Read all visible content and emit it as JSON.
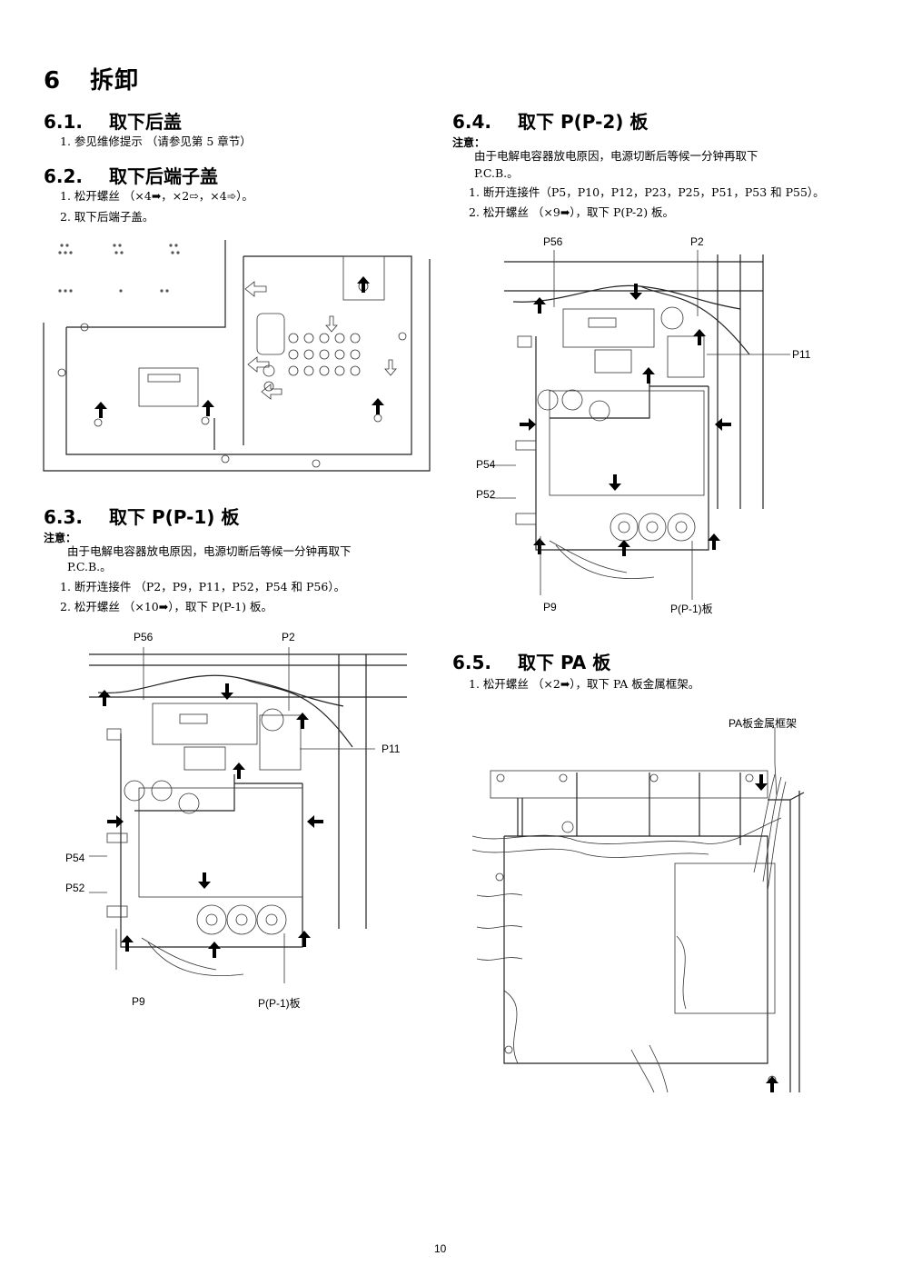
{
  "heading": {
    "num": "6",
    "title": "拆卸"
  },
  "s61": {
    "num": "6.1.",
    "title": "取下后盖",
    "steps": [
      "1. 参见维修提示 （请参见第 5 章节）"
    ]
  },
  "s62": {
    "num": "6.2.",
    "title": "取下后端子盖",
    "steps": [
      "1. 松开螺丝 （×4",
      "，×2",
      "，×4",
      "）。",
      "2. 取下后端子盖。"
    ]
  },
  "s63": {
    "num": "6.3.",
    "title": "取下 P(P-1) 板",
    "note": "注意：",
    "note_text": "由于电解电容器放电原因，电源切断后等候一分钟再取下",
    "note_text2": "P.C.B.。",
    "steps": [
      "1. 断开连接件 （P2，P9，P11，P52，P54 和 P56）。",
      "2. 松开螺丝 （×10",
      "），取下 P(P-1) 板。"
    ]
  },
  "s64": {
    "num": "6.4.",
    "title": "取下 P(P-2) 板",
    "note": "注意：",
    "note_text": "由于电解电容器放电原因，电源切断后等候一分钟再取下",
    "note_text2": "P.C.B.。",
    "steps": [
      "1. 断开连接件（P5，P10，P12，P23，P25，P51，P53 和 P55）。",
      "2. 松开螺丝 （×9",
      "），取下 P(P-2) 板。"
    ]
  },
  "s65": {
    "num": "6.5.",
    "title": "取下 PA 板",
    "steps": [
      "1. 松开螺丝 （×2",
      "），取下 PA 板金属框架。"
    ]
  },
  "fig_p1": {
    "p56": "P56",
    "p2": "P2",
    "p11": "P11",
    "p54": "P54",
    "p52": "P52",
    "p9": "P9",
    "board": "P(P-1)板"
  },
  "fig_p2": {
    "p56": "P56",
    "p2": "P2",
    "p11": "P11",
    "p54": "P54",
    "p52": "P52",
    "p9": "P9",
    "board": "P(P-1)板"
  },
  "fig_pa": {
    "frame": "PA板金属框架"
  },
  "page_number": "10"
}
